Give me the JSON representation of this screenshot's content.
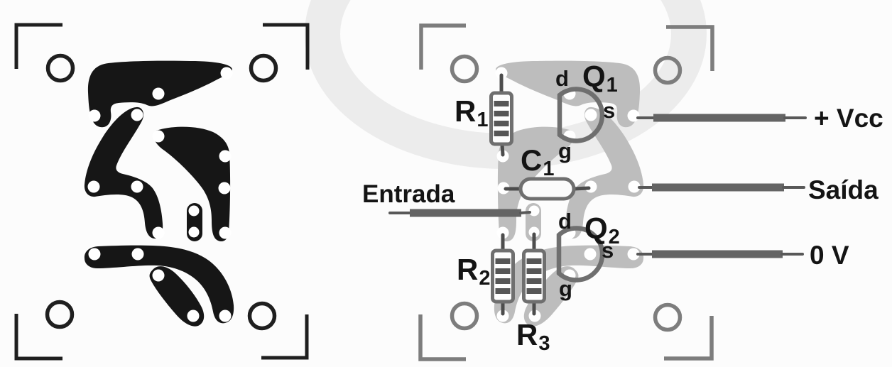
{
  "components": {
    "r1": {
      "base": "R",
      "sub": "1"
    },
    "r2": {
      "base": "R",
      "sub": "2"
    },
    "r3": {
      "base": "R",
      "sub": "3"
    },
    "c1": {
      "base": "C",
      "sub": "1"
    },
    "q1": {
      "base": "Q",
      "sub": "1",
      "pin_drain": "d",
      "pin_source": "s",
      "pin_gate": "g"
    },
    "q2": {
      "base": "Q",
      "sub": "2",
      "pin_drain": "d",
      "pin_source": "s",
      "pin_gate": "g"
    }
  },
  "io": {
    "input": "Entrada",
    "supply": "+ Vcc",
    "output": "Saída",
    "ground": "0 V"
  },
  "colors": {
    "background": "#fcfcfc",
    "copper_trace": "#161616",
    "ghost_trace": "#bdbdbd",
    "corner_mark_left": "#1f1f1f",
    "corner_mark_right": "#7d7d7d",
    "component_outline": "#6f6f6f",
    "wire": "#646464",
    "label": "#141414"
  }
}
